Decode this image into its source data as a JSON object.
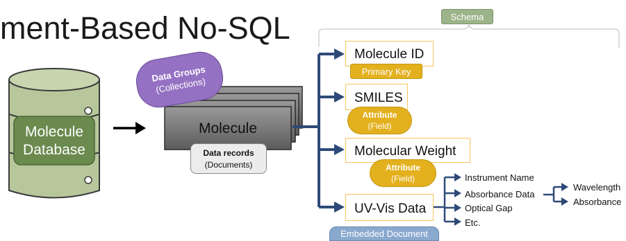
{
  "title": "ment-Based No-SQL",
  "schema_label": "Schema",
  "database": {
    "line1": "Molecule",
    "line2": "Database"
  },
  "data_groups": {
    "line1": "Data Groups",
    "line2": "(Collections)"
  },
  "molecule_label": "Molecule",
  "data_records": {
    "line1": "Data records",
    "line2": "(Documents)"
  },
  "fields": {
    "molecule_id": "Molecule ID",
    "smiles": "SMILES",
    "molecular_weight": "Molecular Weight",
    "uv_vis": "UV-Vis Data"
  },
  "primary_key": "Primary Key",
  "attribute1": {
    "line1": "Attribute",
    "line2": "(Field)"
  },
  "attribute2": {
    "line1": "Attribute",
    "line2": "(Field)"
  },
  "embedded_document": "Embedded Document",
  "uv_children": [
    "Instrument Name",
    "Absorbance Data",
    "Optical Gap",
    "Etc."
  ],
  "absorbance_children": [
    "Wavelength",
    "Absorbance"
  ],
  "colors": {
    "arrow_blue": "#2e4a78",
    "field_border": "#f5c35a",
    "gold": "#e3b01e",
    "purple": "#9471c2",
    "green_dark": "#6b8a4e",
    "green_light": "#b7c79b",
    "schema_green": "#9db389",
    "embedded_blue": "#8aa9cf"
  }
}
